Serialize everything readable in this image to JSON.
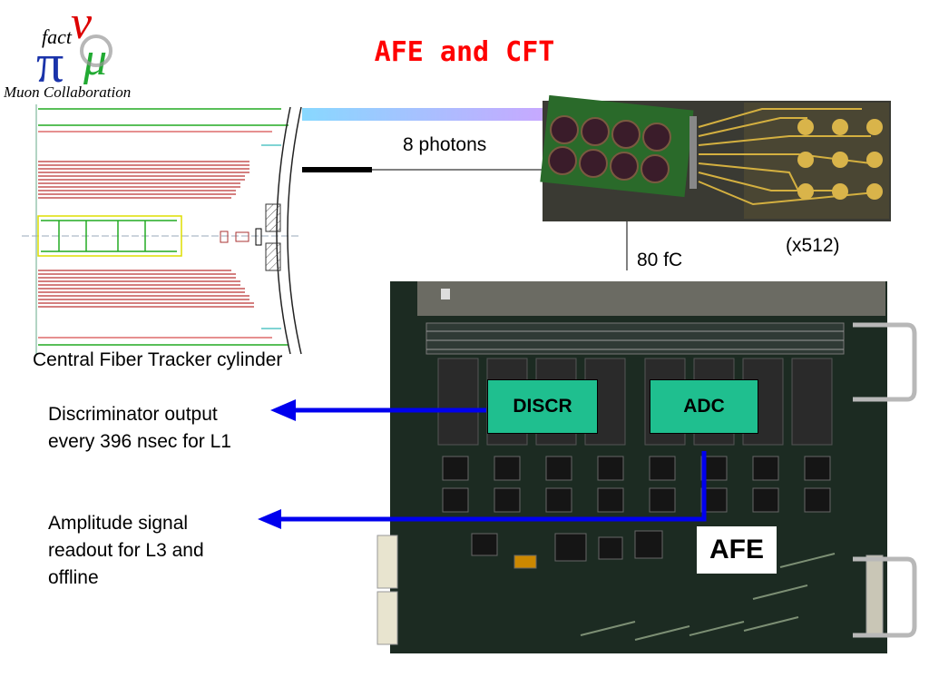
{
  "slide": {
    "title": "AFE and CFT",
    "logo_text": "Muon Collaboration",
    "logo_glyphs": [
      "fact",
      "ν",
      "π",
      "μ"
    ]
  },
  "labels": {
    "photons": "8 photons",
    "charge": "80 fC",
    "multiplicity": "(x512)",
    "cft_caption": "Central Fiber Tracker cylinder",
    "discr_desc_line1": "Discriminator output",
    "discr_desc_line2": "every 396 nsec for L1",
    "amp_desc_line1": "Amplitude signal",
    "amp_desc_line2": "readout for L3 and",
    "amp_desc_line3": "offline"
  },
  "boxes": {
    "discr": "DISCR",
    "adc": "ADC",
    "afe": "AFE"
  },
  "colors": {
    "title": "#ff0000",
    "box_fill": "#1fbf8f",
    "arrow": "#0000ee",
    "board": "#1c2b22",
    "fiber_bar": "#88ccff"
  },
  "icons": [
    "logo-nu-pi-mu",
    "left-arrow-icon"
  ]
}
